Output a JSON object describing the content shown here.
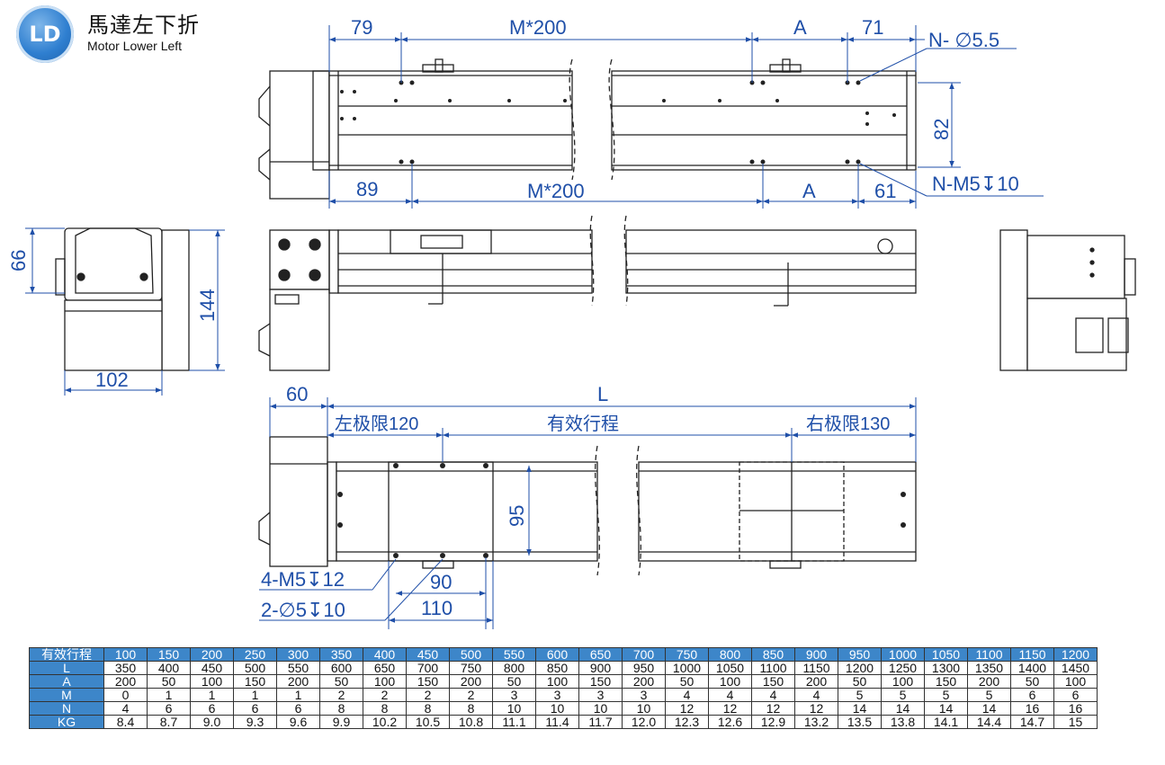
{
  "header": {
    "logo_text": "LD",
    "title": "馬達左下折",
    "subtitle": "Motor Lower Left"
  },
  "top_view": {
    "dim_79": "79",
    "dim_m200_top": "M*200",
    "dim_a_top": "A",
    "dim_71": "71",
    "dim_n_phi": "N- ∅5.5",
    "dim_82": "82",
    "dim_89": "89",
    "dim_m200_bottom": "M*200",
    "dim_a_bottom": "A",
    "dim_61": "61",
    "dim_n_m5": "N-M5↧10"
  },
  "end_view_left": {
    "dim_66": "66",
    "dim_144": "144",
    "dim_102": "102"
  },
  "bottom_view": {
    "dim_60": "60",
    "dim_l": "L",
    "left_limit": "左极限120",
    "stroke": "有效行程",
    "right_limit": "右极限130",
    "dim_95": "95",
    "dim_90": "90",
    "dim_110": "110",
    "note_m5": "4-M5↧12",
    "note_phi5": "2-∅5↧10"
  },
  "table": {
    "rows": [
      {
        "label": "有效行程",
        "values": [
          "100",
          "150",
          "200",
          "250",
          "300",
          "350",
          "400",
          "450",
          "500",
          "550",
          "600",
          "650",
          "700",
          "750",
          "800",
          "850",
          "900",
          "950",
          "1000",
          "1050",
          "1100",
          "1150",
          "1200"
        ]
      },
      {
        "label": "L",
        "values": [
          "350",
          "400",
          "450",
          "500",
          "550",
          "600",
          "650",
          "700",
          "750",
          "800",
          "850",
          "900",
          "950",
          "1000",
          "1050",
          "1100",
          "1150",
          "1200",
          "1250",
          "1300",
          "1350",
          "1400",
          "1450"
        ]
      },
      {
        "label": "A",
        "values": [
          "200",
          "50",
          "100",
          "150",
          "200",
          "50",
          "100",
          "150",
          "200",
          "50",
          "100",
          "150",
          "200",
          "50",
          "100",
          "150",
          "200",
          "50",
          "100",
          "150",
          "200",
          "50",
          "100"
        ]
      },
      {
        "label": "M",
        "values": [
          "0",
          "1",
          "1",
          "1",
          "1",
          "2",
          "2",
          "2",
          "2",
          "3",
          "3",
          "3",
          "3",
          "4",
          "4",
          "4",
          "4",
          "5",
          "5",
          "5",
          "5",
          "6",
          "6"
        ]
      },
      {
        "label": "N",
        "values": [
          "4",
          "6",
          "6",
          "6",
          "6",
          "8",
          "8",
          "8",
          "8",
          "10",
          "10",
          "10",
          "10",
          "12",
          "12",
          "12",
          "12",
          "14",
          "14",
          "14",
          "14",
          "16",
          "16"
        ]
      },
      {
        "label": "KG",
        "values": [
          "8.4",
          "8.7",
          "9.0",
          "9.3",
          "9.6",
          "9.9",
          "10.2",
          "10.5",
          "10.8",
          "11.1",
          "11.4",
          "11.7",
          "12.0",
          "12.3",
          "12.6",
          "12.9",
          "13.2",
          "13.5",
          "13.8",
          "14.1",
          "14.4",
          "14.7",
          "15"
        ]
      }
    ]
  },
  "colors": {
    "dimension": "#1f4fa8",
    "outline": "#222222",
    "header_bg": "#3d86c9"
  }
}
